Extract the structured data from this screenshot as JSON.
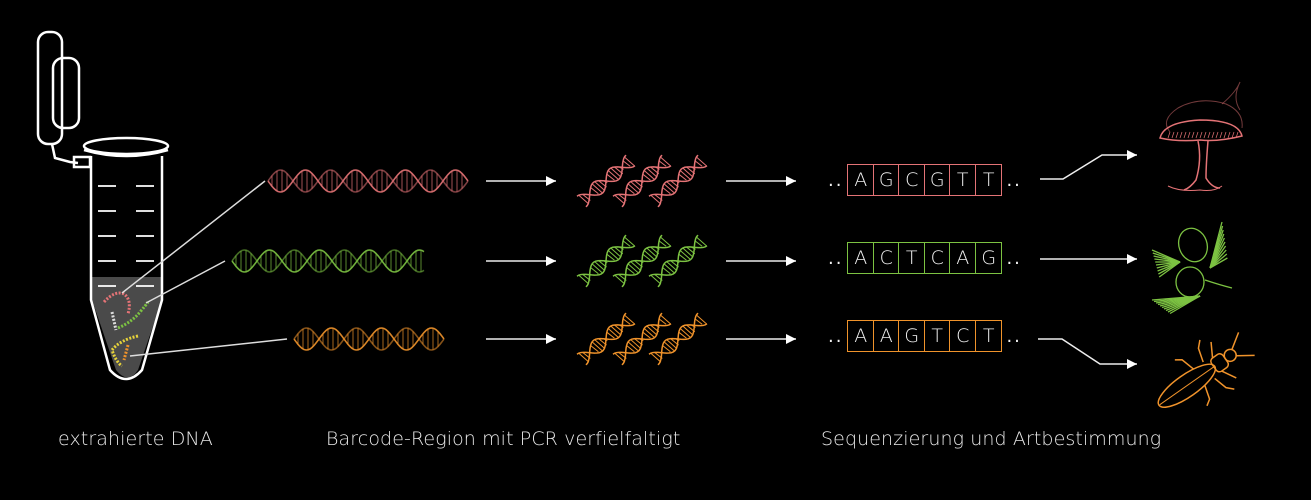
{
  "steps": [
    {
      "label": "extrahierte DNA"
    },
    {
      "label": "Barcode-Region mit PCR verfielfaltigt"
    },
    {
      "label": "Sequenzierung und Artbestimmung"
    }
  ],
  "rows": [
    {
      "name": "fungus",
      "color": "#e47376",
      "sequence": [
        "A",
        "G",
        "C",
        "G",
        "T",
        "T"
      ],
      "prefix": "..",
      "suffix": "..",
      "organism": "mushroom"
    },
    {
      "name": "plant",
      "color": "#7cc242",
      "sequence": [
        "A",
        "C",
        "T",
        "C",
        "A",
        "G"
      ],
      "prefix": "..",
      "suffix": "..",
      "organism": "pine-branch-with-cones"
    },
    {
      "name": "insect",
      "color": "#f0932b",
      "sequence": [
        "A",
        "A",
        "G",
        "T",
        "C",
        "T"
      ],
      "prefix": "..",
      "suffix": "..",
      "organism": "beetle"
    }
  ],
  "tube": {
    "liquid_color": "#4a4a4a",
    "outline_color": "#ffffff"
  }
}
